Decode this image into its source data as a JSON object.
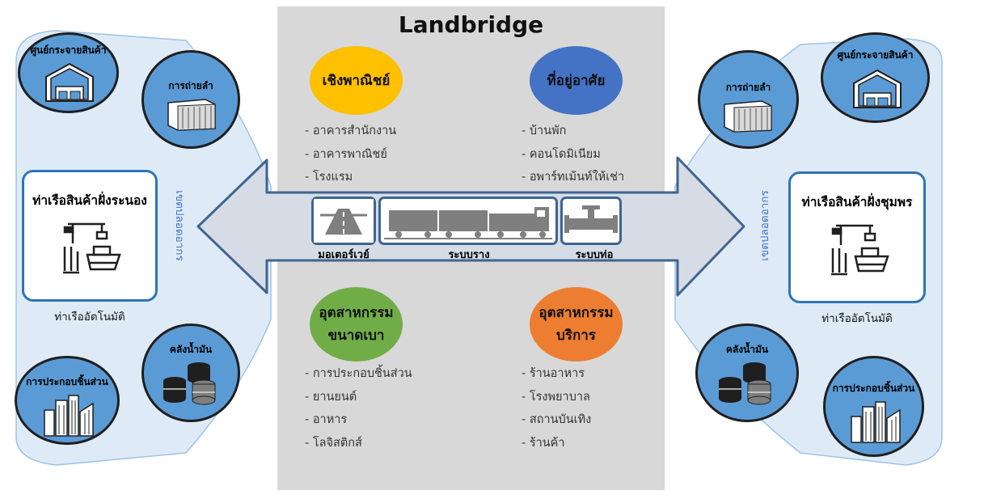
{
  "title": "Landbridge",
  "categories": [
    {
      "id": "commercial",
      "label": "เชิงพาณิชย์",
      "color": "#ffc000",
      "items": [
        "- อาคารสำนักงาน",
        "- อาคารพาณิชย์",
        "- โรงแรม"
      ]
    },
    {
      "id": "residential",
      "label": "ที่อยู่อาศัย",
      "color": "#4472c4",
      "items": [
        "- บ้านพัก",
        "- คอนโดมิเนียม",
        "- อพาร์ทเม้นท์ให้เช่า"
      ]
    },
    {
      "id": "light-industry",
      "label_line1": "อุตสาหกรรม",
      "label_line2": "ขนาดเบา",
      "color": "#70ad47",
      "items": [
        "- การประกอบชิ้นส่วน",
        "- ยานยนต์",
        "- อาหาร",
        "- โลจิสติกส์"
      ]
    },
    {
      "id": "service-industry",
      "label_line1": "อุตสาหกรรม",
      "label_line2": "บริการ",
      "color": "#ed7d31",
      "items": [
        "- ร้านอาหาร",
        "- โรงพยาบาล",
        "- สถานบันเทิง",
        "- ร้านค้า"
      ]
    }
  ],
  "transport": {
    "motorway": "มอเตอร์เวย์",
    "rail": "ระบบราง",
    "pipeline": "ระบบท่อ"
  },
  "left_port": {
    "title": "ท่าเรือสินค้าฝั่งระนอง",
    "subtitle": "ท่าเรืออัตโนมัติ",
    "zone": "เขตปลอดอากร",
    "nodes": {
      "distribution": "ศูนย์กระจายสินค้า",
      "transshipment": "การถ่ายลำ",
      "oil_storage": "คลังน้ำมัน",
      "assembly": "การประกอบชิ้นส่วน"
    }
  },
  "right_port": {
    "title": "ท่าเรือสินค้าฝั่งชุมพร",
    "subtitle": "ท่าเรืออัตโนมัติ",
    "zone": "เขตปลอดอากร",
    "nodes": {
      "distribution": "ศูนย์กระจายสินค้า",
      "transshipment": "การถ่ายลำ",
      "oil_storage": "คลังน้ำมัน",
      "assembly": "การประกอบชิ้นส่วน"
    }
  },
  "colors": {
    "node_fill": "#5b9bd5",
    "zone_fill": "#deebf7",
    "arrow_fill": "#d6dce5",
    "arrow_stroke": "#3f6490",
    "panel": "#d8d8d8"
  }
}
